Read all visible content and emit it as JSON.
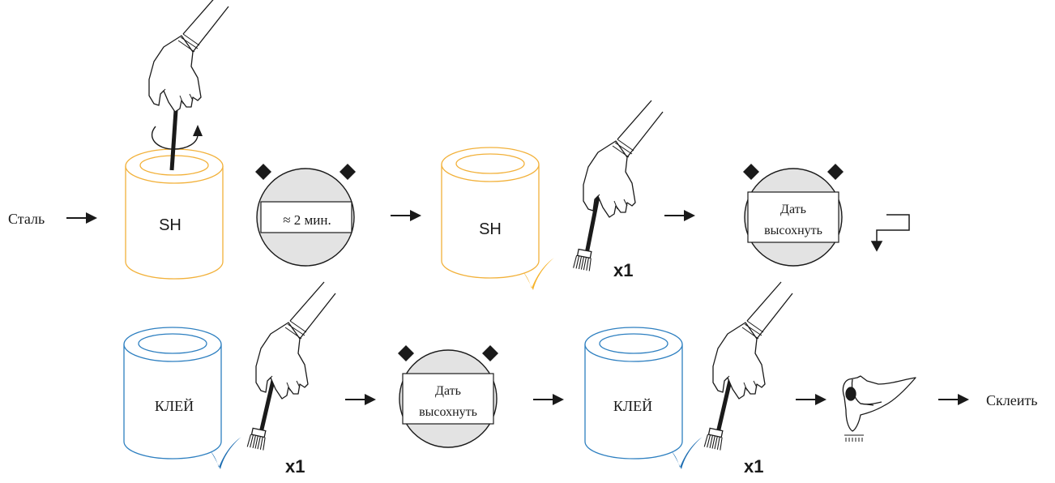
{
  "start_label": "Сталь",
  "end_label": "Склеить",
  "can_sh_label": "SH",
  "can_glue_label": "КЛЕЙ",
  "timer_short": "≈ 2 мин.",
  "timer_dry_line1": "Дать",
  "timer_dry_line2": "высохнуть",
  "coat_count": "x1",
  "colors": {
    "sh": "#f2b13a",
    "glue": "#2d7fc0",
    "check_orange": "#f6b32b",
    "check_blue": "#1f6fb3",
    "stroke": "#1a1a1a",
    "timer_fill": "#e3e3e3"
  },
  "icons": [
    "arrow-right-icon",
    "rotate-arrow-icon",
    "gloved-hand-icon",
    "brush-icon",
    "checkmark-icon",
    "timer-icon",
    "return-arrow-icon",
    "hands-press-icon"
  ]
}
